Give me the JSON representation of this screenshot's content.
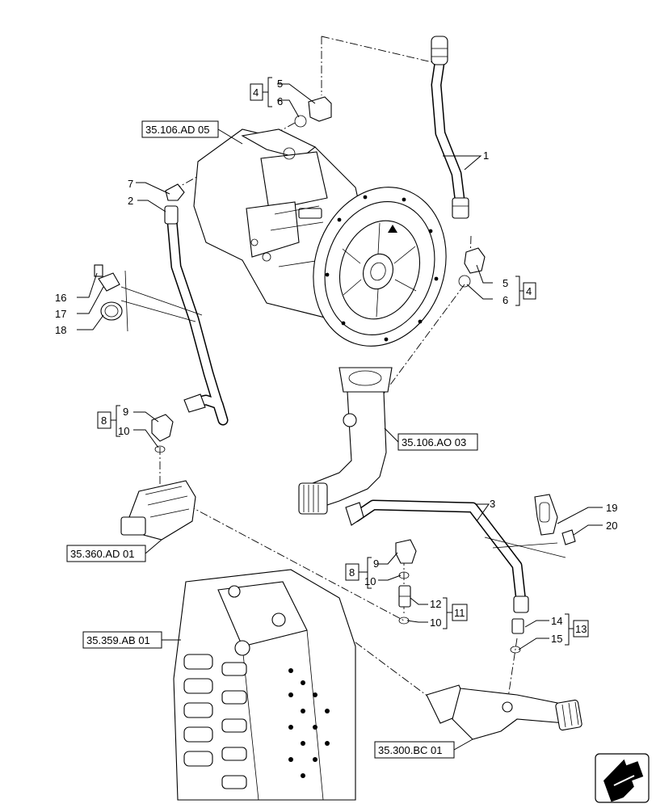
{
  "references": {
    "pump": "35.106.AD 05",
    "suction_pipe": "35.106.AO 03",
    "aux_valve": "35.360.AD 01",
    "control_valve": "35.359.AB 01",
    "return_pipe": "35.300.BC 01"
  },
  "callouts": {
    "c1": "1",
    "c2": "2",
    "c3": "3",
    "c5a": "5",
    "c6a": "6",
    "c4a": "4",
    "c5b": "5",
    "c6b": "6",
    "c4b": "4",
    "c7": "7",
    "c16": "16",
    "c17": "17",
    "c18": "18",
    "c9a": "9",
    "c10a": "10",
    "c8a": "8",
    "c9b": "9",
    "c10b": "10",
    "c8b": "8",
    "c12": "12",
    "c10c": "10",
    "c11": "11",
    "c14": "14",
    "c15": "15",
    "c13": "13",
    "c19": "19",
    "c20": "20"
  },
  "icons": {
    "nav": "next-page-arrow-icon"
  }
}
